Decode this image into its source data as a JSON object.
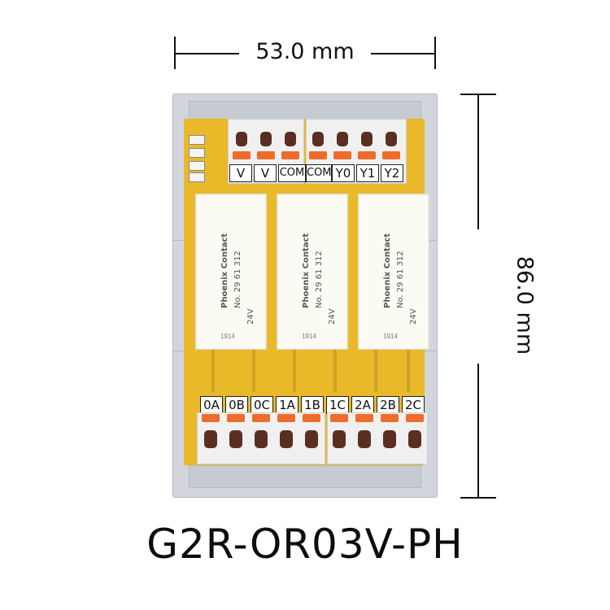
{
  "dimensions": {
    "width_label": "53.0 mm",
    "height_label": "86.0 mm"
  },
  "model_name": "G2R-OR03V-PH",
  "top_terminals": [
    "V",
    "V",
    "COM",
    "COM",
    "Y0",
    "Y1",
    "Y2"
  ],
  "bottom_terminals": [
    "0A",
    "0B",
    "0C",
    "1A",
    "1B",
    "1C",
    "2A",
    "2B",
    "2C"
  ],
  "relay": {
    "brand": "Phoenix Contact",
    "part_no": "No. 29 61 312",
    "coil": "24V",
    "date_code": "1914"
  },
  "colors": {
    "board": "#e9b92a",
    "lever": "#ee6c2b",
    "housing": "#d2d6dc",
    "relay_body": "#fbfaf3"
  }
}
